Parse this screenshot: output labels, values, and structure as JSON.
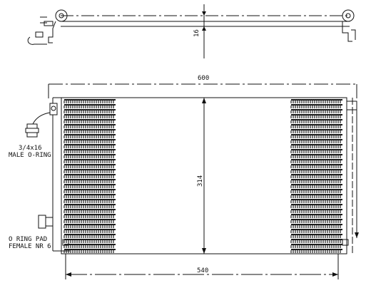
{
  "drawing": {
    "dimensions": {
      "width": "600",
      "height": "314",
      "core_width": "540",
      "depth": "16"
    },
    "fittings": {
      "inlet_line1": "3/4x16",
      "inlet_line2": "MALE O-RING",
      "outlet_line1": "O RING PAD",
      "outlet_line2": "FEMALE NR 6"
    },
    "colors": {
      "ink": "#111111",
      "fin": "#1a1a1a",
      "paper": "#ffffff"
    }
  }
}
